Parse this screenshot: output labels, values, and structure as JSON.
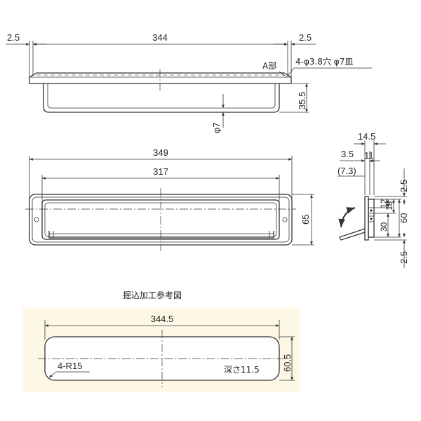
{
  "top_view": {
    "dim_left_margin": "2.5",
    "dim_overall_width": "344",
    "dim_right_margin": "2.5",
    "label_detail_a": "A部",
    "label_holes": "4-φ3.8穴 φ7皿",
    "dim_height": "35.5",
    "dim_handle_dia": "φ7"
  },
  "front_view": {
    "dim_outer_width": "349",
    "dim_inner_width": "317",
    "dim_height": "65"
  },
  "side_view": {
    "dim_total": "14.5",
    "dim_11": "11",
    "dim_3_5": "3.5",
    "dim_7_3": "(7.3)",
    "dim_top_margin": "2.5",
    "dim_12": "12",
    "dim_18": "18",
    "dim_30": "30",
    "dim_60": "60",
    "dim_bottom_margin": "2.5"
  },
  "cutout": {
    "title": "掘込加工参考図",
    "dim_width": "344.5",
    "dim_height": "60.5",
    "radius_label": "4-R15",
    "depth_label": "深さ11.5",
    "bg_color": "#fdf8e6"
  }
}
